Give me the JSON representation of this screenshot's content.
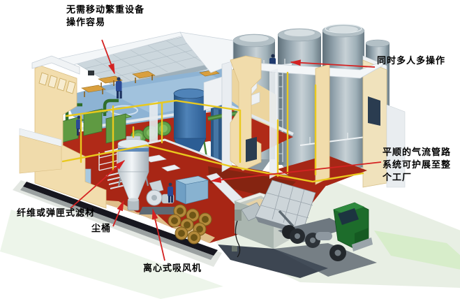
{
  "labels": [
    {
      "id": "easy-operation",
      "text": "无需移动繁重设备\n操作容易"
    },
    {
      "id": "multi-operator",
      "text": "同时多人多操作"
    },
    {
      "id": "smooth-ducting",
      "text": "平顺的气流管路\n系统可护展至整\n个工厂"
    },
    {
      "id": "filter-media",
      "text": "纤维或弹匣式滤材"
    },
    {
      "id": "dust-bucket",
      "text": "尘桶"
    },
    {
      "id": "centrifugal-fan",
      "text": "离心式吸风机"
    }
  ],
  "palette": {
    "annotation_red": "#d42222",
    "text": "#000000",
    "background": "#ffffff",
    "wall_cream": "#f2ddad",
    "floor_red": "#ab2817",
    "office_floor_blue": "#8db3d4",
    "silo_gray": "#9fb0b8",
    "machine_green": "#5f9a42",
    "tank_blue": "#2f5f9b",
    "pipe_yellow": "#e9c91e",
    "truck_cab_green": "#1e6f2d",
    "grass_green": "#c2e4b2"
  }
}
